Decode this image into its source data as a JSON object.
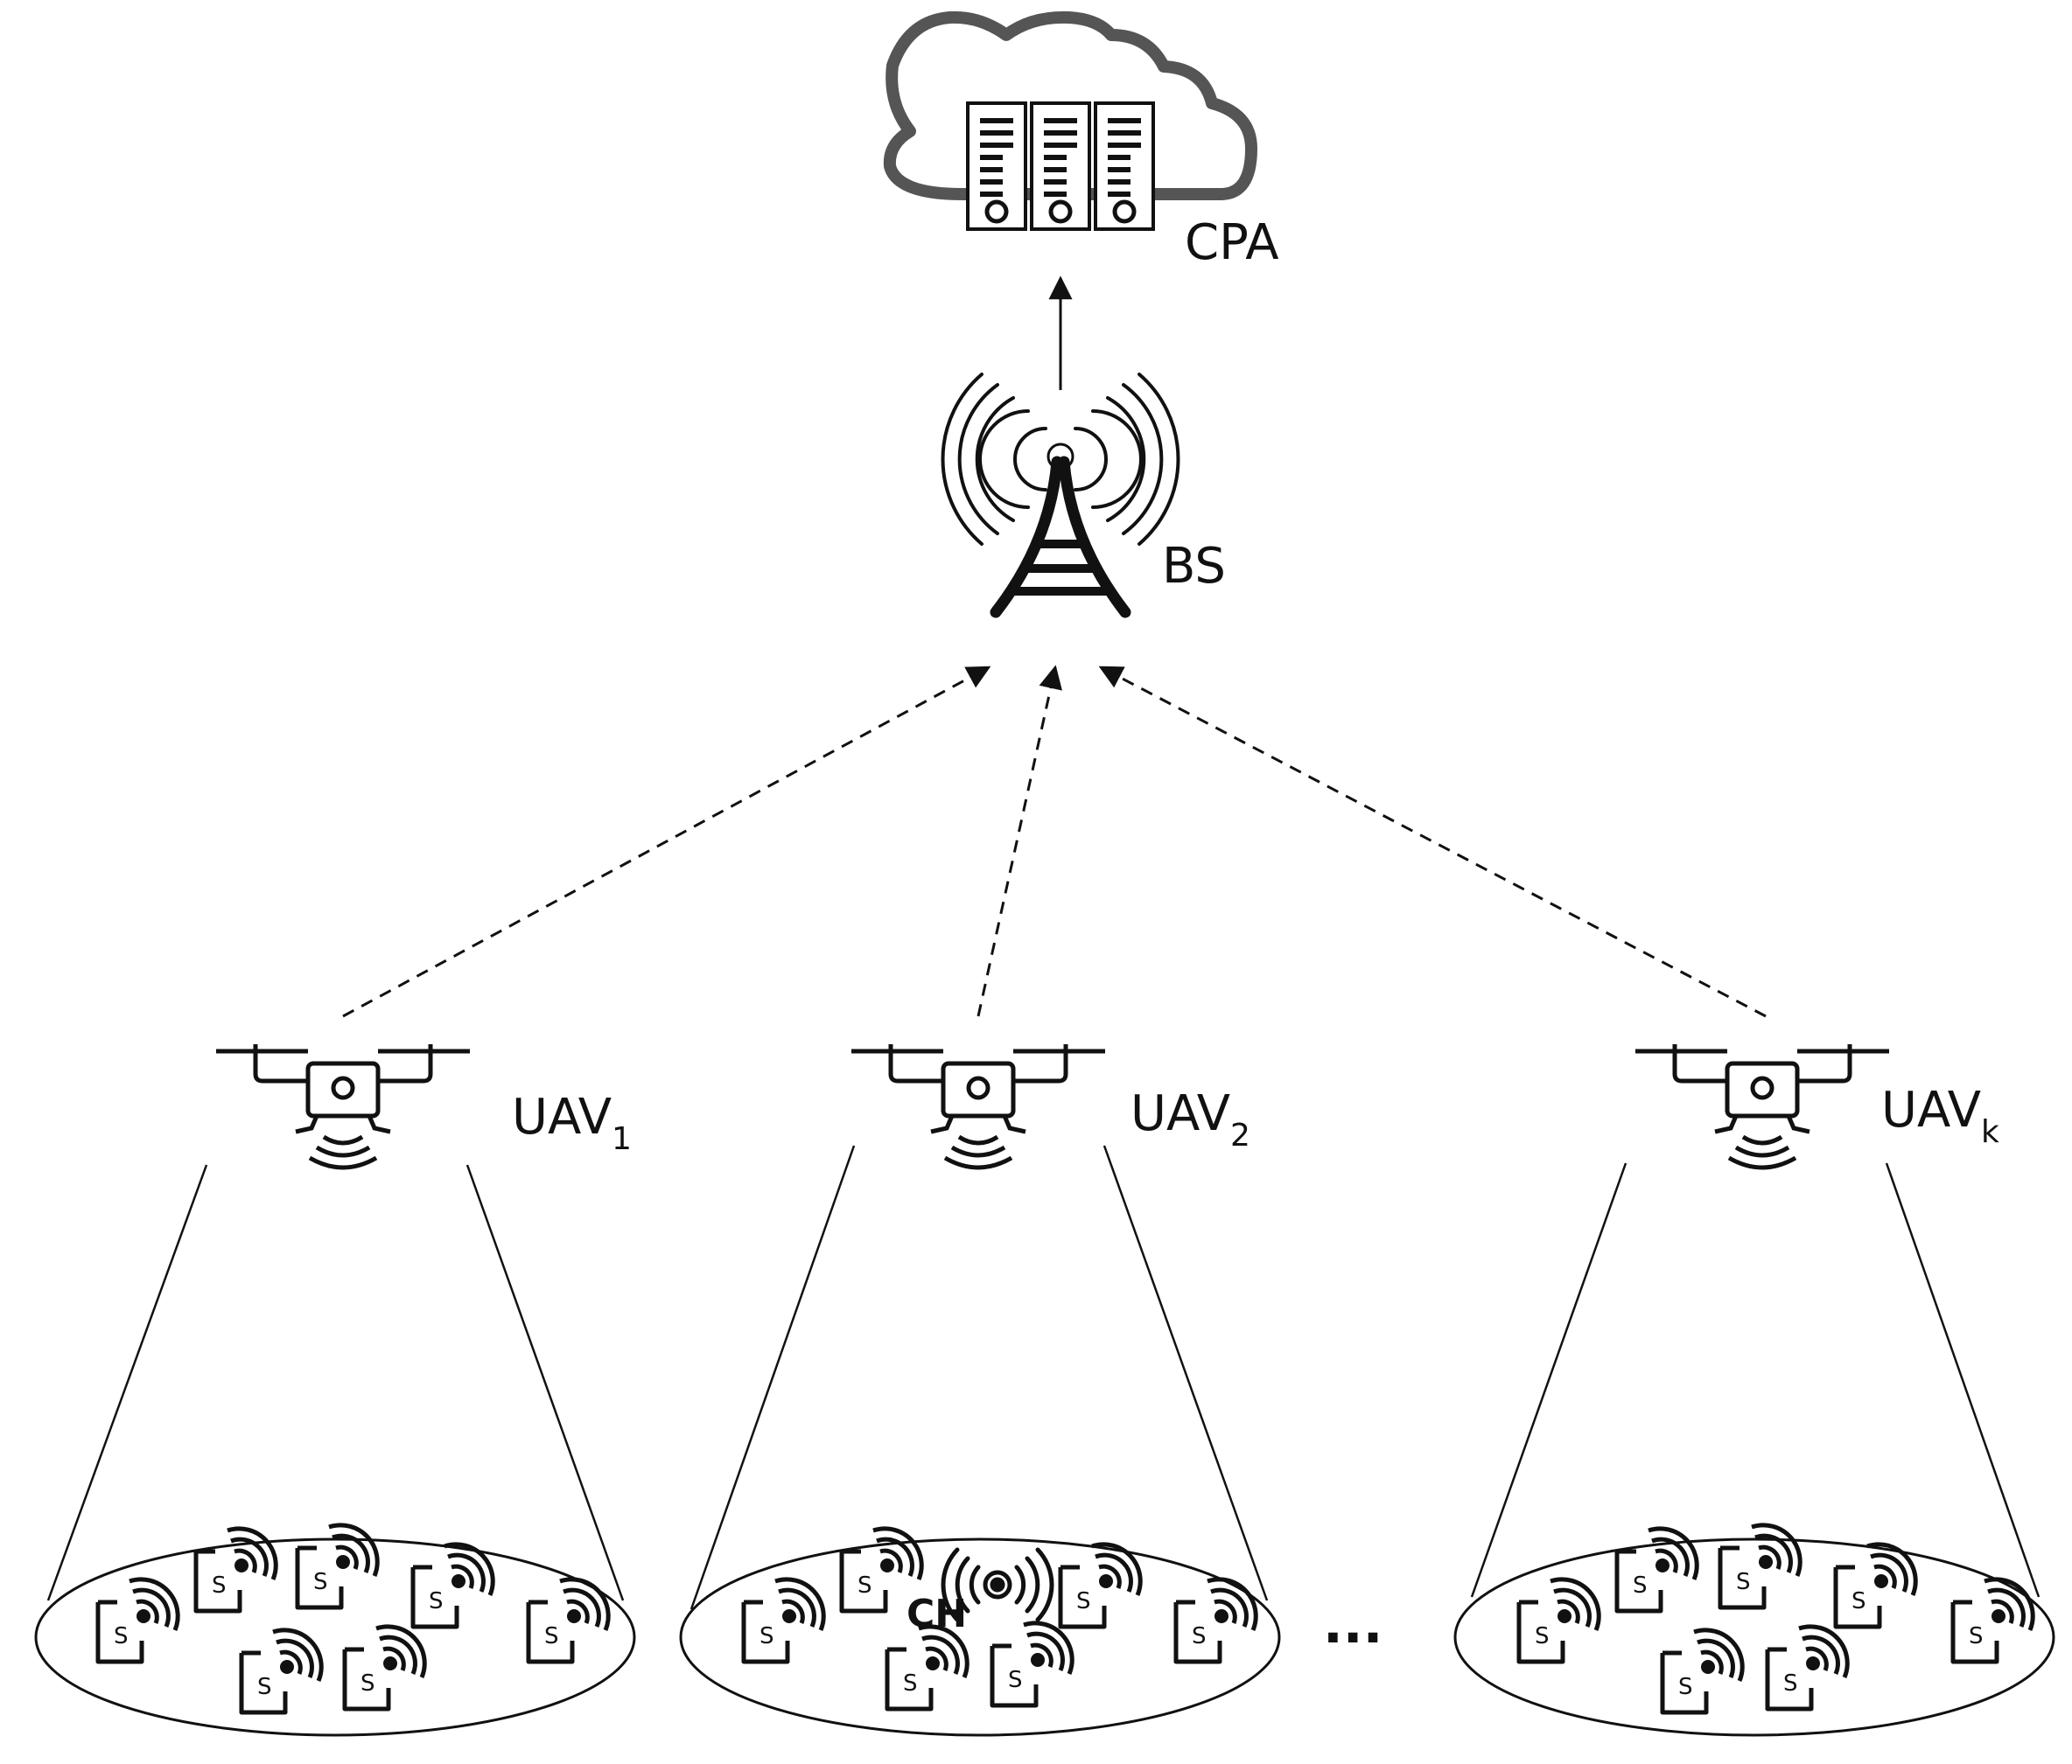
{
  "nodes": {
    "cloud_label": "CPA",
    "bs_label": "BS",
    "uavs": [
      {
        "name": "UAV",
        "sub": "1"
      },
      {
        "name": "UAV",
        "sub": "2"
      },
      {
        "name": "UAV",
        "sub": "k"
      }
    ],
    "sensor_letter": "S",
    "cluster_head_label": "CH",
    "ellipsis": "..."
  }
}
